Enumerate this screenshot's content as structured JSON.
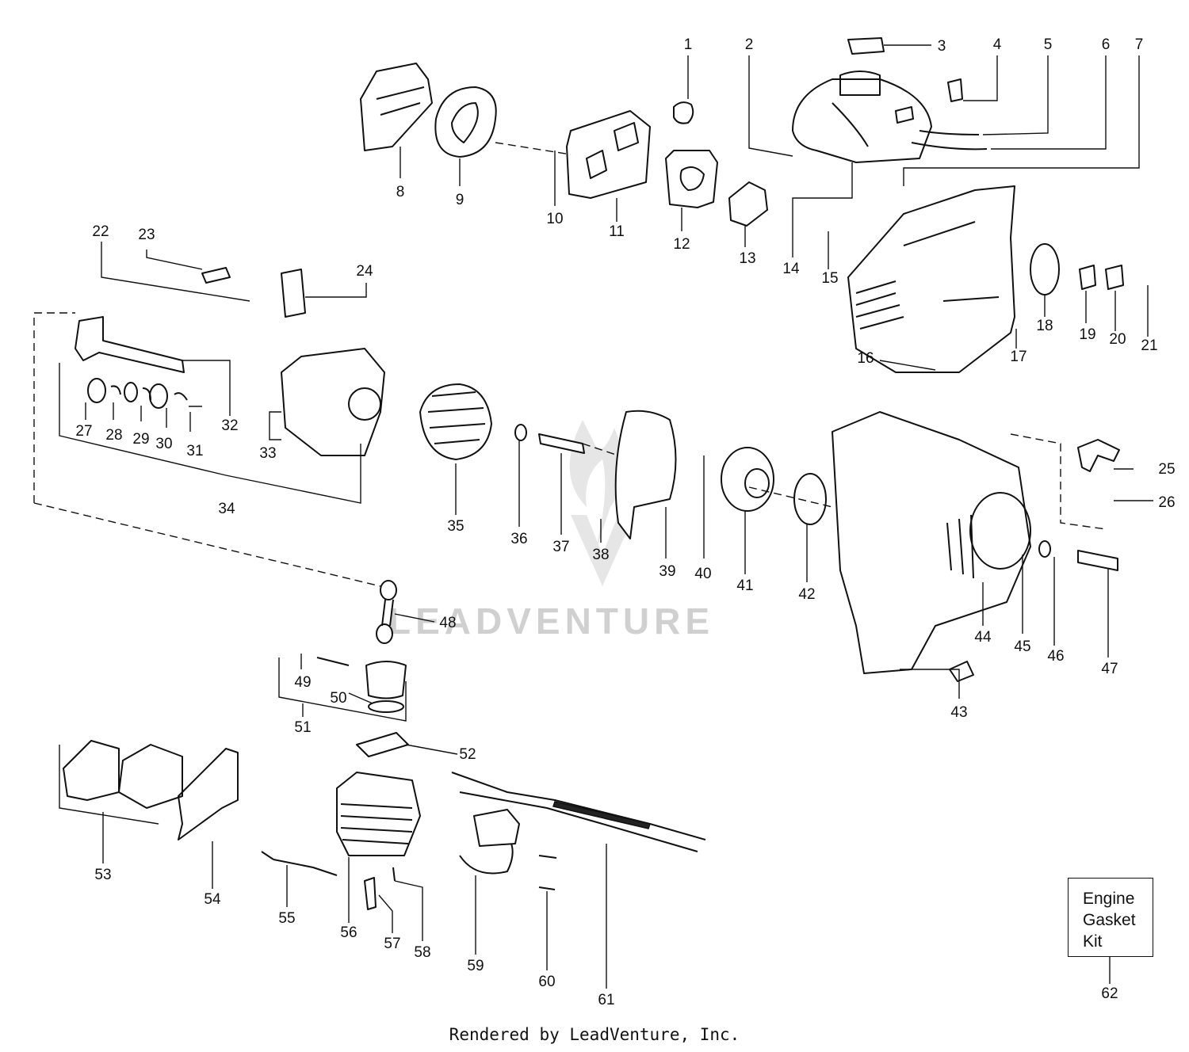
{
  "diagram": {
    "watermark": "LEADVENTURE",
    "footer": "Rendered by LeadVenture, Inc.",
    "kit_box": {
      "lines": [
        "Engine",
        "Gasket",
        "Kit"
      ]
    },
    "callouts": [
      "1",
      "2",
      "3",
      "4",
      "5",
      "6",
      "7",
      "8",
      "9",
      "10",
      "11",
      "12",
      "13",
      "14",
      "15",
      "16",
      "17",
      "18",
      "19",
      "20",
      "21",
      "22",
      "23",
      "24",
      "25",
      "26",
      "27",
      "28",
      "29",
      "30",
      "31",
      "32",
      "33",
      "34",
      "35",
      "36",
      "37",
      "38",
      "39",
      "40",
      "41",
      "42",
      "43",
      "44",
      "45",
      "46",
      "47",
      "48",
      "49",
      "50",
      "51",
      "52",
      "53",
      "54",
      "55",
      "56",
      "57",
      "58",
      "59",
      "60",
      "61",
      "62"
    ]
  }
}
